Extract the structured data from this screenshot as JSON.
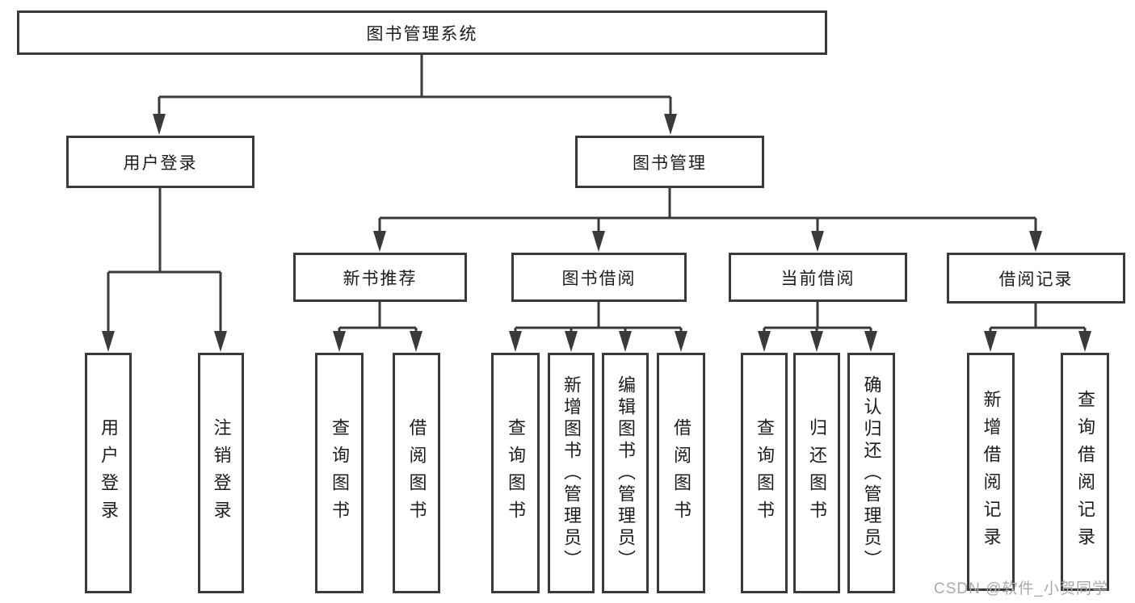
{
  "title": "图书管理系统",
  "watermark": "CSDN @软件_小贺同学",
  "colors": {
    "line": "#3a3a3a",
    "box_border": "#3a3a3a",
    "box_fill": "#ffffff",
    "text": "#1c1c1c",
    "watermark": "#a9a9a9",
    "background": "#ffffff"
  },
  "nodes": {
    "root": {
      "label": "图书管理系统"
    },
    "level2": [
      {
        "label": "用户登录"
      },
      {
        "label": "图书管理"
      }
    ],
    "level3": [
      {
        "label": "新书推荐",
        "parent": "图书管理"
      },
      {
        "label": "图书借阅",
        "parent": "图书管理"
      },
      {
        "label": "当前借阅",
        "parent": "图书管理"
      },
      {
        "label": "借阅记录",
        "parent": "图书管理"
      }
    ],
    "leaves": [
      {
        "label": "用户登录",
        "parent": "用户登录"
      },
      {
        "label": "注销登录",
        "parent": "用户登录"
      },
      {
        "label": "查询图书",
        "parent": "新书推荐"
      },
      {
        "label": "借阅图书",
        "parent": "新书推荐"
      },
      {
        "label": "查询图书",
        "parent": "图书借阅"
      },
      {
        "label": "新增图书（管理员）",
        "parent": "图书借阅"
      },
      {
        "label": "编辑图书（管理员）",
        "parent": "图书借阅"
      },
      {
        "label": "借阅图书",
        "parent": "图书借阅"
      },
      {
        "label": "查询图书",
        "parent": "当前借阅"
      },
      {
        "label": "归还图书",
        "parent": "当前借阅"
      },
      {
        "label": "确认归还（管理员）",
        "parent": "当前借阅"
      },
      {
        "label": "新增借阅记录",
        "parent": "借阅记录"
      },
      {
        "label": "查询借阅记录",
        "parent": "借阅记录"
      }
    ]
  }
}
